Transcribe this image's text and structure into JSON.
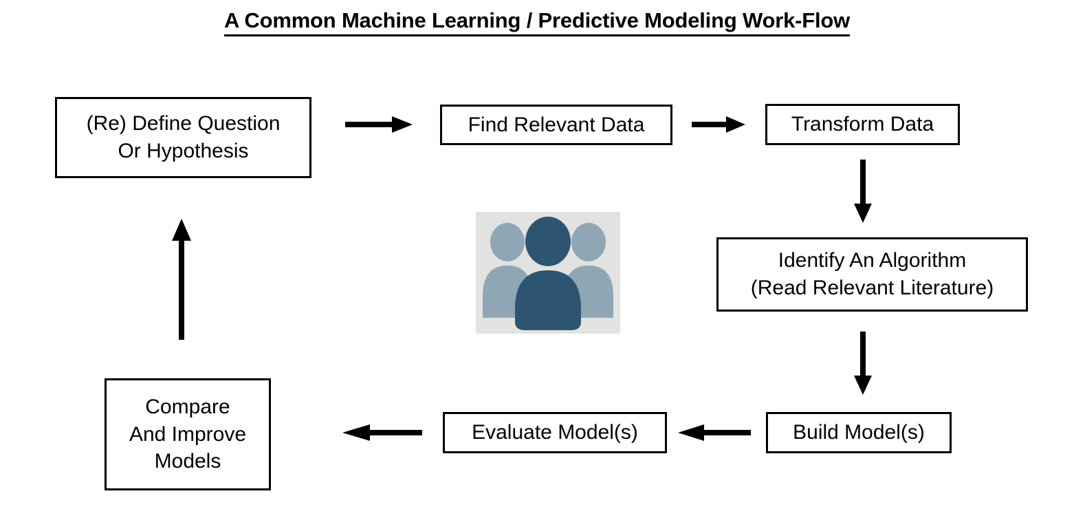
{
  "title": {
    "text": "A Common Machine Learning / Predictive Modeling Work-Flow"
  },
  "diagram": {
    "type": "flowchart",
    "nodes": [
      {
        "id": "define",
        "lines": [
          "(Re) Define Question",
          "Or Hypothesis"
        ]
      },
      {
        "id": "find",
        "lines": [
          "Find Relevant Data"
        ]
      },
      {
        "id": "transform",
        "lines": [
          "Transform Data"
        ]
      },
      {
        "id": "identify",
        "lines": [
          "Identify An Algorithm",
          "(Read Relevant Literature)"
        ]
      },
      {
        "id": "build",
        "lines": [
          "Build Model(s)"
        ]
      },
      {
        "id": "evaluate",
        "lines": [
          "Evaluate Model(s)"
        ]
      },
      {
        "id": "compare",
        "lines": [
          "Compare",
          "And Improve",
          "Models"
        ]
      }
    ],
    "edges": [
      {
        "from": "define",
        "to": "find",
        "direction": "right"
      },
      {
        "from": "find",
        "to": "transform",
        "direction": "right"
      },
      {
        "from": "transform",
        "to": "identify",
        "direction": "down"
      },
      {
        "from": "identify",
        "to": "build",
        "direction": "down"
      },
      {
        "from": "build",
        "to": "evaluate",
        "direction": "left"
      },
      {
        "from": "evaluate",
        "to": "compare",
        "direction": "left"
      },
      {
        "from": "compare",
        "to": "define",
        "direction": "up"
      }
    ]
  },
  "graphic": {
    "people_icon": {
      "name": "people-group-icon",
      "background_color": "#e2e2e0",
      "primary_color": "#2d5571",
      "secondary_color": "#8fa7b4"
    }
  },
  "colors": {
    "stroke": "#000000",
    "page_background": "#ffffff"
  }
}
